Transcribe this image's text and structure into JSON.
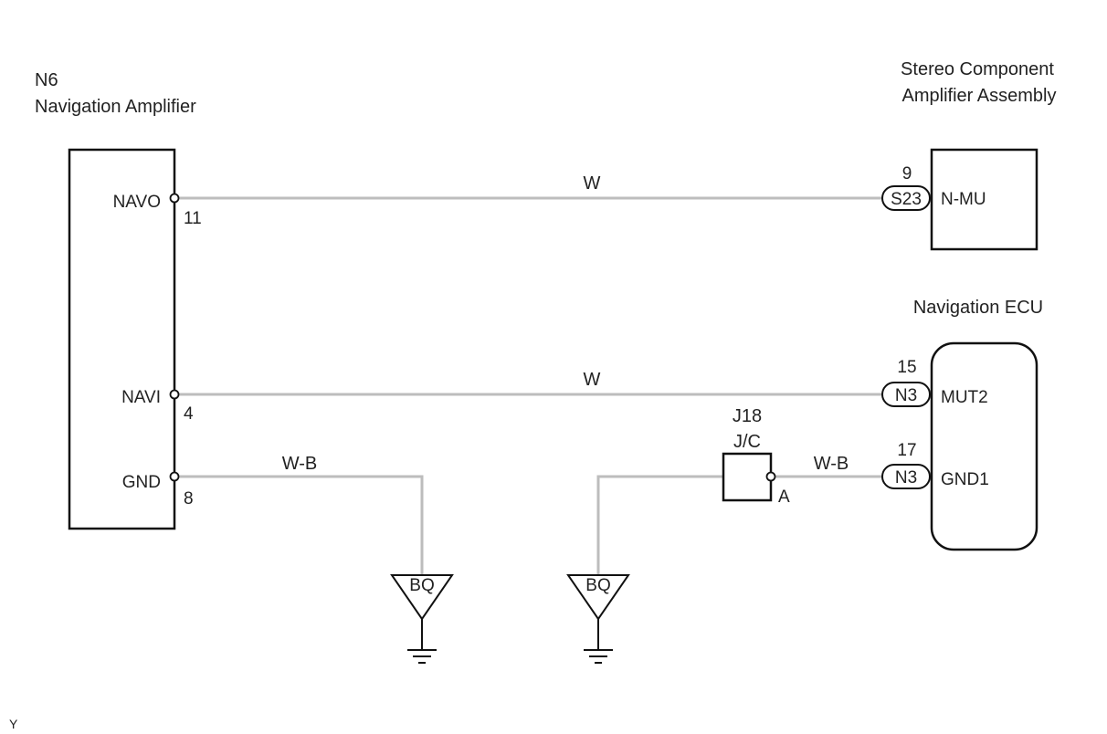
{
  "components": {
    "navigation_amplifier": {
      "code": "N6",
      "name": "Navigation Amplifier",
      "pins": [
        {
          "name": "NAVO",
          "number": "11"
        },
        {
          "name": "NAVI",
          "number": "4"
        },
        {
          "name": "GND",
          "number": "8"
        }
      ]
    },
    "stereo_amplifier": {
      "name_line1": "Stereo Component",
      "name_line2": "Amplifier Assembly",
      "pin_number": "9",
      "connector": "S23",
      "terminal": "N-MU"
    },
    "navigation_ecu": {
      "name": "Navigation ECU",
      "pins": [
        {
          "number": "15",
          "connector": "N3",
          "terminal": "MUT2"
        },
        {
          "number": "17",
          "connector": "N3",
          "terminal": "GND1"
        }
      ]
    },
    "junction": {
      "code": "J18",
      "type": "J/C",
      "pin": "A"
    }
  },
  "wires": {
    "navo": "W",
    "navi": "W",
    "gnd_left": "W-B",
    "gnd_right": "W-B"
  },
  "grounds": {
    "left": "BQ",
    "right": "BQ"
  },
  "corner_mark": "Y"
}
